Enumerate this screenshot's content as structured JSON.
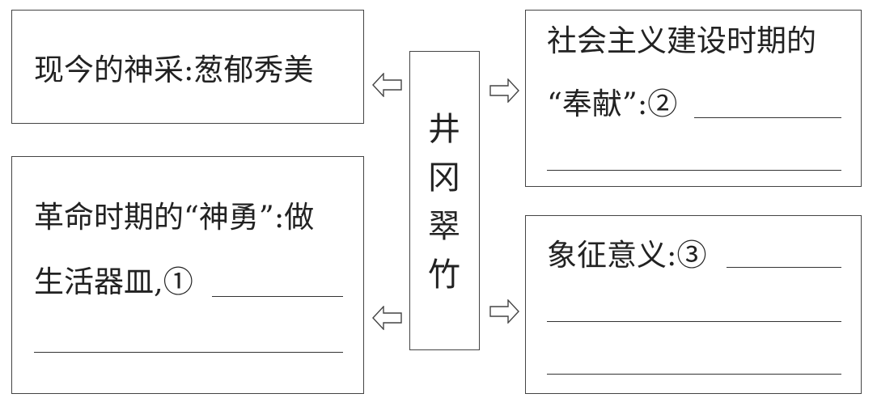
{
  "center": {
    "chars": [
      "井",
      "冈",
      "翠",
      "竹"
    ]
  },
  "top_left": {
    "text": "现今的神采:葱郁秀美"
  },
  "top_right": {
    "line1": "社会主义建设时期的",
    "line2": "“奉献”:②"
  },
  "bottom_left": {
    "line1": "革命时期的“神勇”:做",
    "line2": "生活器皿,①"
  },
  "bottom_right": {
    "line1": "象征意义:③"
  }
}
